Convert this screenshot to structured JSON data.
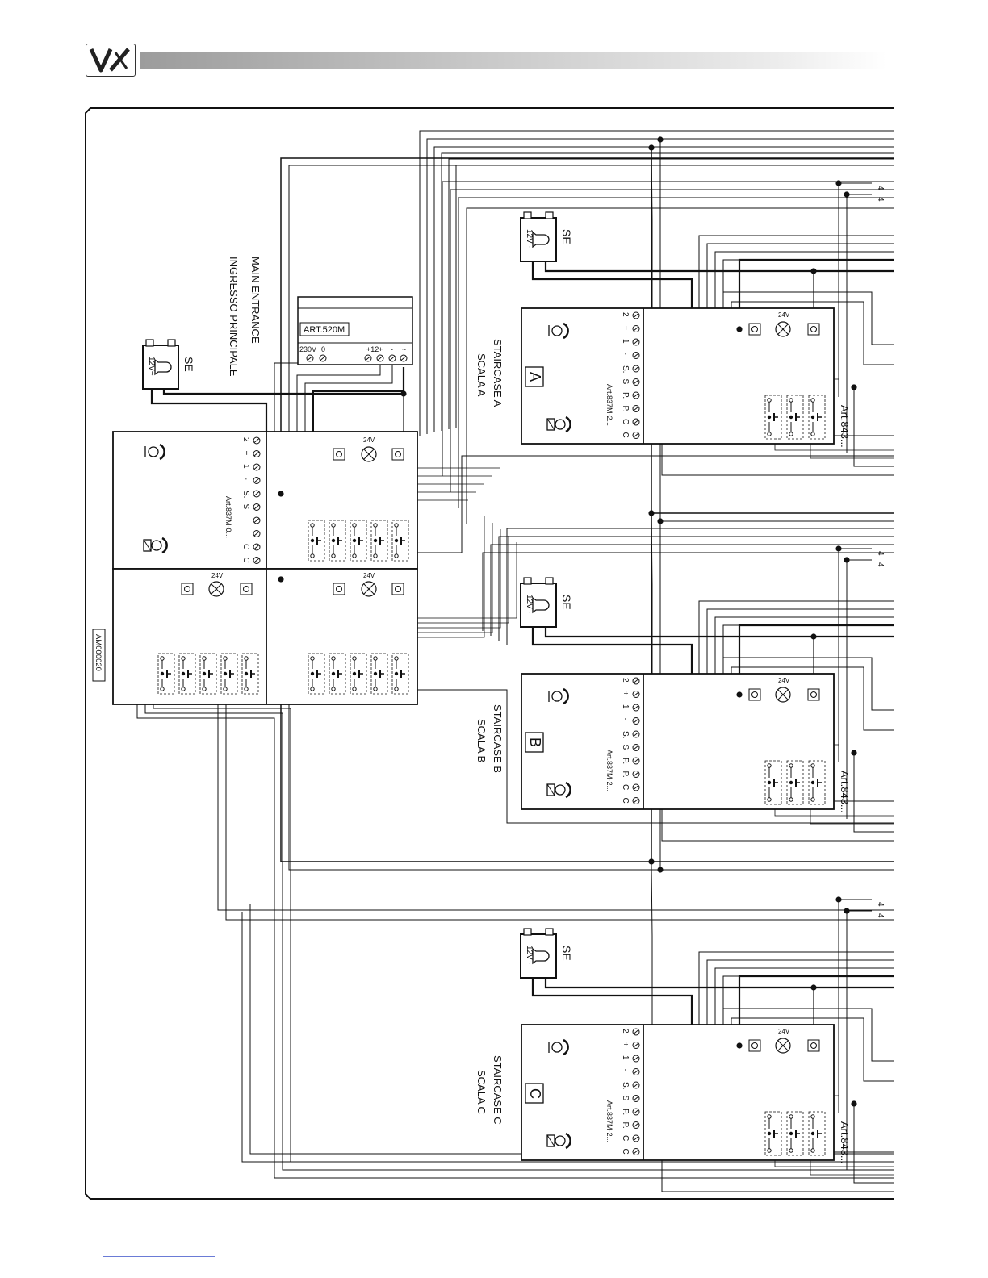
{
  "header": {
    "logo_text": "VX"
  },
  "diagram": {
    "doc_code": "AM000020",
    "main_entrance": {
      "title_en": "MAIN ENTRANCE",
      "title_it": "INGRESSO PRINCIPALE",
      "lock_label": "SE",
      "lock_voltage": "12V~",
      "psu_model": "ART.520M",
      "psu_terminals": [
        "230V",
        "0",
        "+12",
        "+",
        "-",
        "~"
      ],
      "panel_model": "Art.837M-0...",
      "panel_terminals": [
        "2",
        "+",
        "1",
        "-",
        "S.",
        "S",
        "",
        "",
        "C",
        "C"
      ],
      "lamp_voltage": "24V"
    },
    "staircases": [
      {
        "letter": "A",
        "title_en": "STAIRCASE A",
        "title_it": "SCALA A",
        "lock_label": "SE",
        "lock_voltage": "12V~",
        "panel_model": "Art.837M-2...",
        "lamp_voltage": "24V",
        "button_model": "Art.843...",
        "riser_labels": [
          "4",
          "4"
        ],
        "panel_terminals": [
          "2",
          "+",
          "1",
          "-",
          "S.",
          "S",
          "P.",
          "P.",
          "C",
          "C"
        ]
      },
      {
        "letter": "B",
        "title_en": "STAIRCASE B",
        "title_it": "SCALA B",
        "lock_label": "SE",
        "lock_voltage": "12V~",
        "panel_model": "Art.837M-2...",
        "lamp_voltage": "24V",
        "button_model": "Art.843...",
        "riser_labels": [
          "4",
          "4"
        ],
        "panel_terminals": [
          "2",
          "+",
          "1",
          "-",
          "S.",
          "S",
          "P.",
          "P.",
          "C",
          "C"
        ]
      },
      {
        "letter": "C",
        "title_en": "STAIRCASE C",
        "title_it": "SCALA C",
        "lock_label": "SE",
        "lock_voltage": "12V~",
        "panel_model": "Art.837M-2...",
        "lamp_voltage": "24V",
        "button_model": "Art.843...",
        "riser_labels": [
          "4",
          "4"
        ],
        "panel_terminals": [
          "2",
          "+",
          "1",
          "-",
          "S.",
          "S",
          "P.",
          "P.",
          "C",
          "C"
        ]
      }
    ]
  },
  "colors": {
    "line": "#111111",
    "gradient_dark": "#9c9c9c",
    "footer_rule": "#6a7bd6"
  }
}
